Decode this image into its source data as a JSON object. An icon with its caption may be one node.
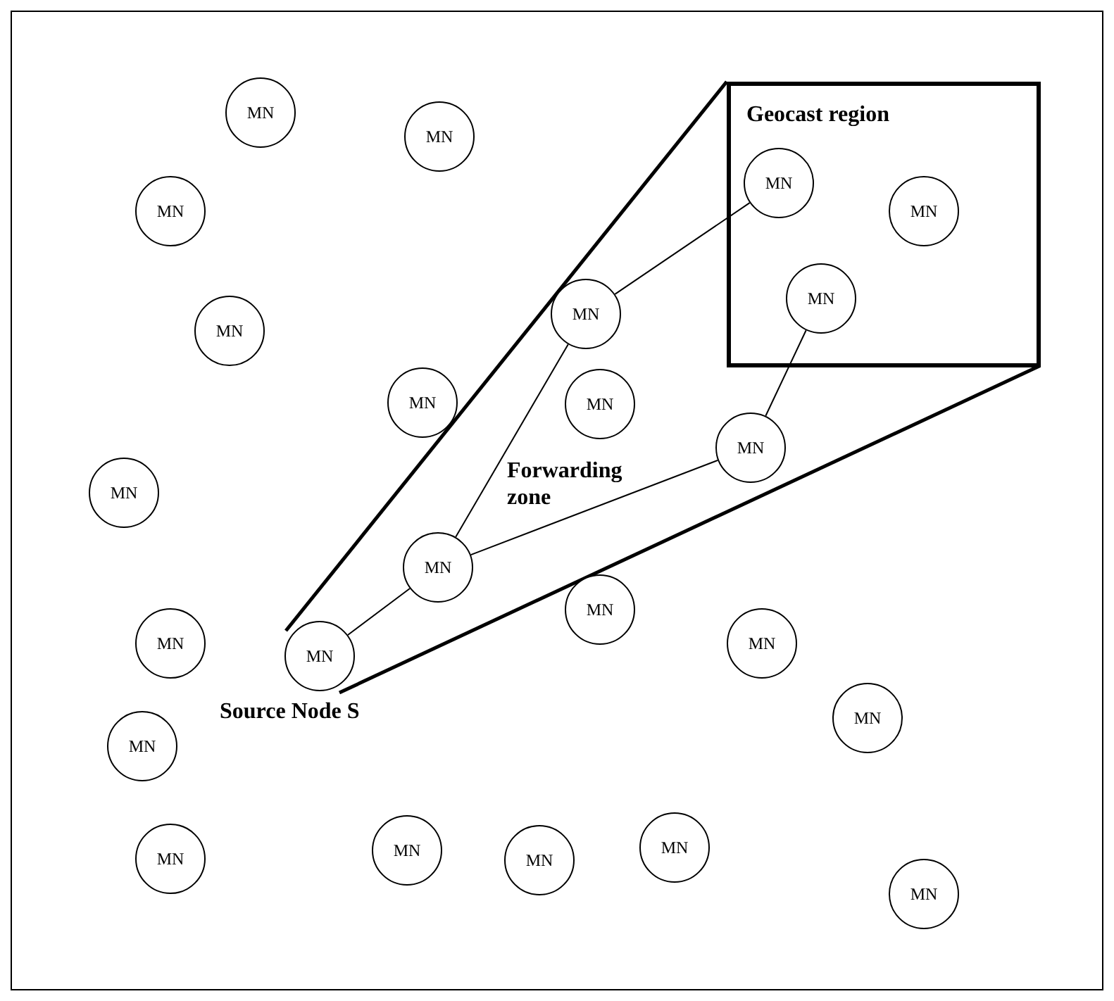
{
  "diagram": {
    "nodes": [
      {
        "text": [
          "Geocast region"
        ]
      },
      {
        "text": [
          "MN"
        ]
      },
      {
        "text": [
          "MN"
        ]
      },
      {
        "text": [
          "MN"
        ],
        "in": 0
      },
      {
        "text": [
          "MN"
        ]
      },
      {
        "text": [
          "MN"
        ],
        "in": 0
      },
      {
        "text": [
          "MN"
        ],
        "in": 0
      },
      {
        "text": [
          "MN"
        ]
      },
      {
        "text": [
          "MN"
        ]
      },
      {
        "text": [
          "MN"
        ]
      },
      {
        "text": [
          "MN"
        ]
      },
      {
        "text": [
          "MN"
        ]
      },
      {
        "text": [
          "MN"
        ]
      },
      {
        "text": [
          "MN"
        ]
      },
      {
        "text": [
          "MN"
        ]
      },
      {
        "text": [
          "MN"
        ]
      },
      {
        "text": [
          "MN"
        ]
      },
      {
        "text": [
          "MN"
        ],
        "beside": [
          "Source Node S"
        ]
      },
      {
        "text": [
          "MN"
        ]
      },
      {
        "text": [
          "MN"
        ]
      },
      {
        "text": [
          "MN"
        ]
      },
      {
        "text": [
          "MN"
        ]
      },
      {
        "text": [
          "MN"
        ]
      },
      {
        "text": [
          "MN"
        ]
      },
      {
        "text": [
          "MN"
        ]
      }
    ],
    "edges": [
      {
        "from": 17,
        "to": 13,
        "arrow": "none"
      },
      {
        "from": 13,
        "to": 7,
        "arrow": "none"
      },
      {
        "from": 7,
        "to": 3,
        "arrow": "none"
      },
      {
        "from": 13,
        "to": 11,
        "arrow": "none"
      },
      {
        "from": 11,
        "to": 6,
        "arrow": "none"
      }
    ],
    "labels": [
      "Forwarding zone"
    ]
  }
}
